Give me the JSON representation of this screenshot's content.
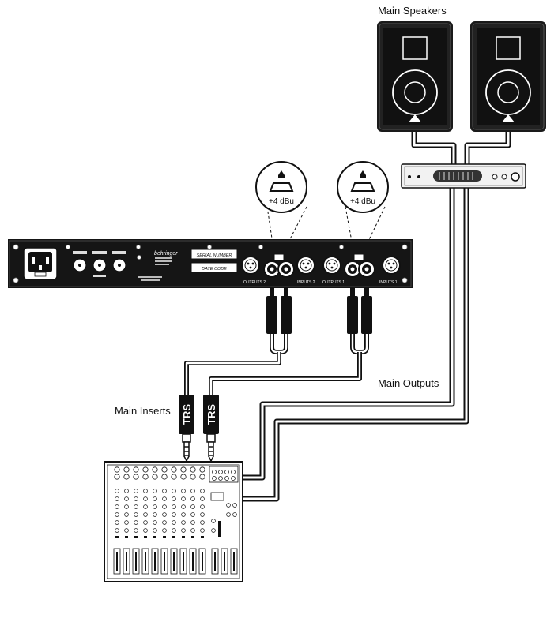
{
  "labels": {
    "main_speakers": "Main Speakers",
    "main_outputs": "Main Outputs",
    "main_inserts": "Main Inserts",
    "level_left": "+4 dBu",
    "level_right": "+4 dBu",
    "trs_left": "TRS",
    "trs_right": "TRS"
  },
  "device": {
    "brand": "behringer",
    "serial_number": "SERIAL NUMBER",
    "date_code": "DATE CODE",
    "outputs_2": "OUTPUTS 2",
    "inputs_2": "INPUTS 2",
    "outputs_1": "OUTPUTS 1",
    "inputs_1": "INPUTS 1"
  },
  "colors": {
    "line": "#111111",
    "paper": "#ffffff",
    "panel": "#1a1a1a",
    "gray": "#9a9a9a"
  }
}
